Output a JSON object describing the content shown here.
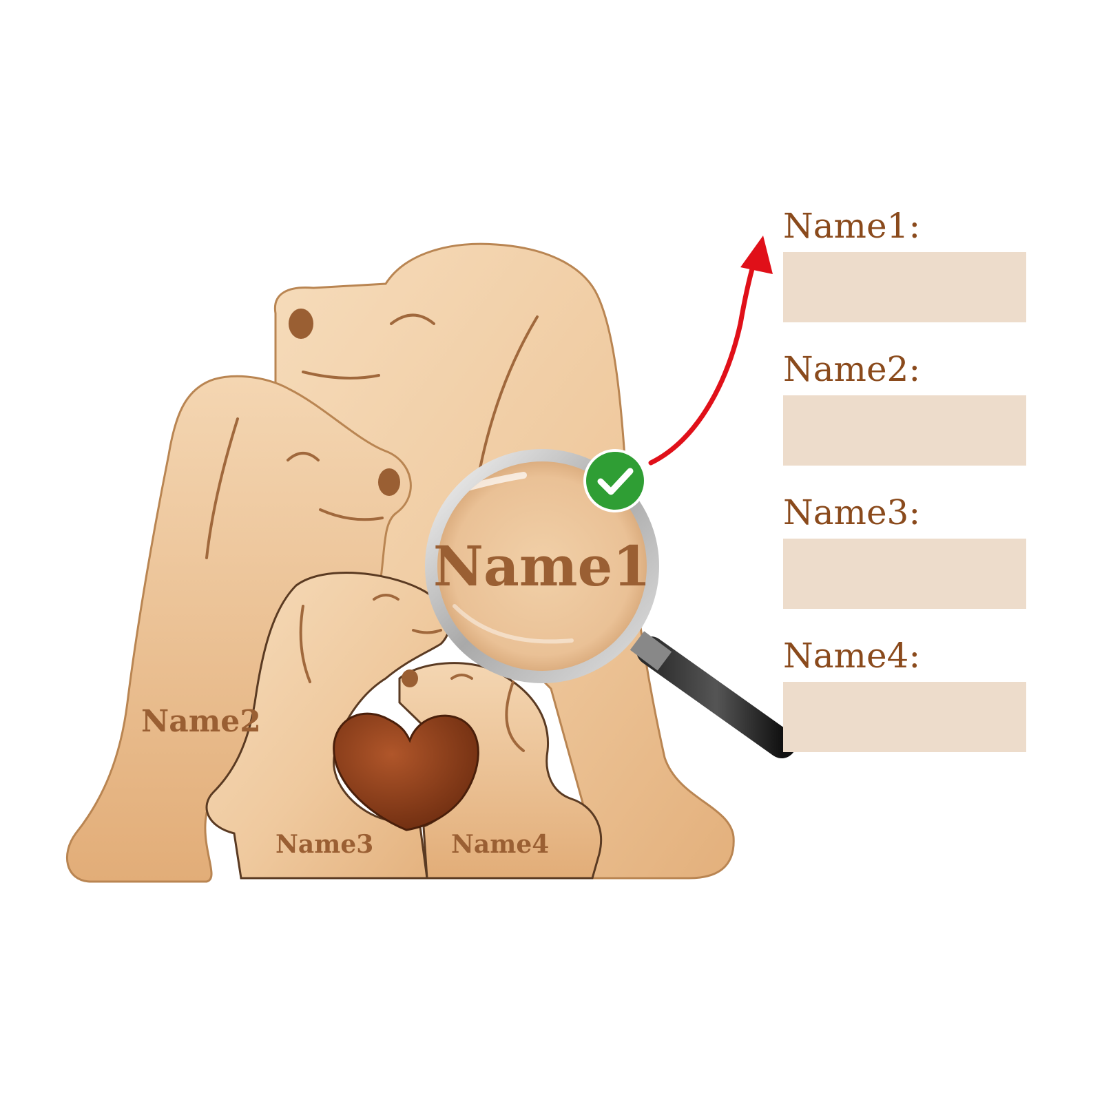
{
  "puzzle": {
    "engravings": {
      "name1_magnified": "Name1",
      "name2": "Name2",
      "name3": "Name3",
      "name4": "Name4"
    }
  },
  "form": {
    "fields": [
      {
        "label": "Name1:",
        "value": ""
      },
      {
        "label": "Name2:",
        "value": ""
      },
      {
        "label": "Name3:",
        "value": ""
      },
      {
        "label": "Name4:",
        "value": ""
      }
    ]
  },
  "colors": {
    "wood_light": "#f3d3ae",
    "wood_mid": "#e8bb8a",
    "wood_edge": "#c98e5a",
    "engraving": "#9a5f33",
    "heart": "#8a3d17",
    "field_fill": "#eddccb",
    "label_text": "#8a4a1c",
    "arrow": "#e01019",
    "check_badge": "#2f9e34"
  },
  "icons": {
    "check": "check-circle-icon",
    "magnifier": "magnifying-glass-icon",
    "arrow": "arrow-up-right-icon"
  }
}
